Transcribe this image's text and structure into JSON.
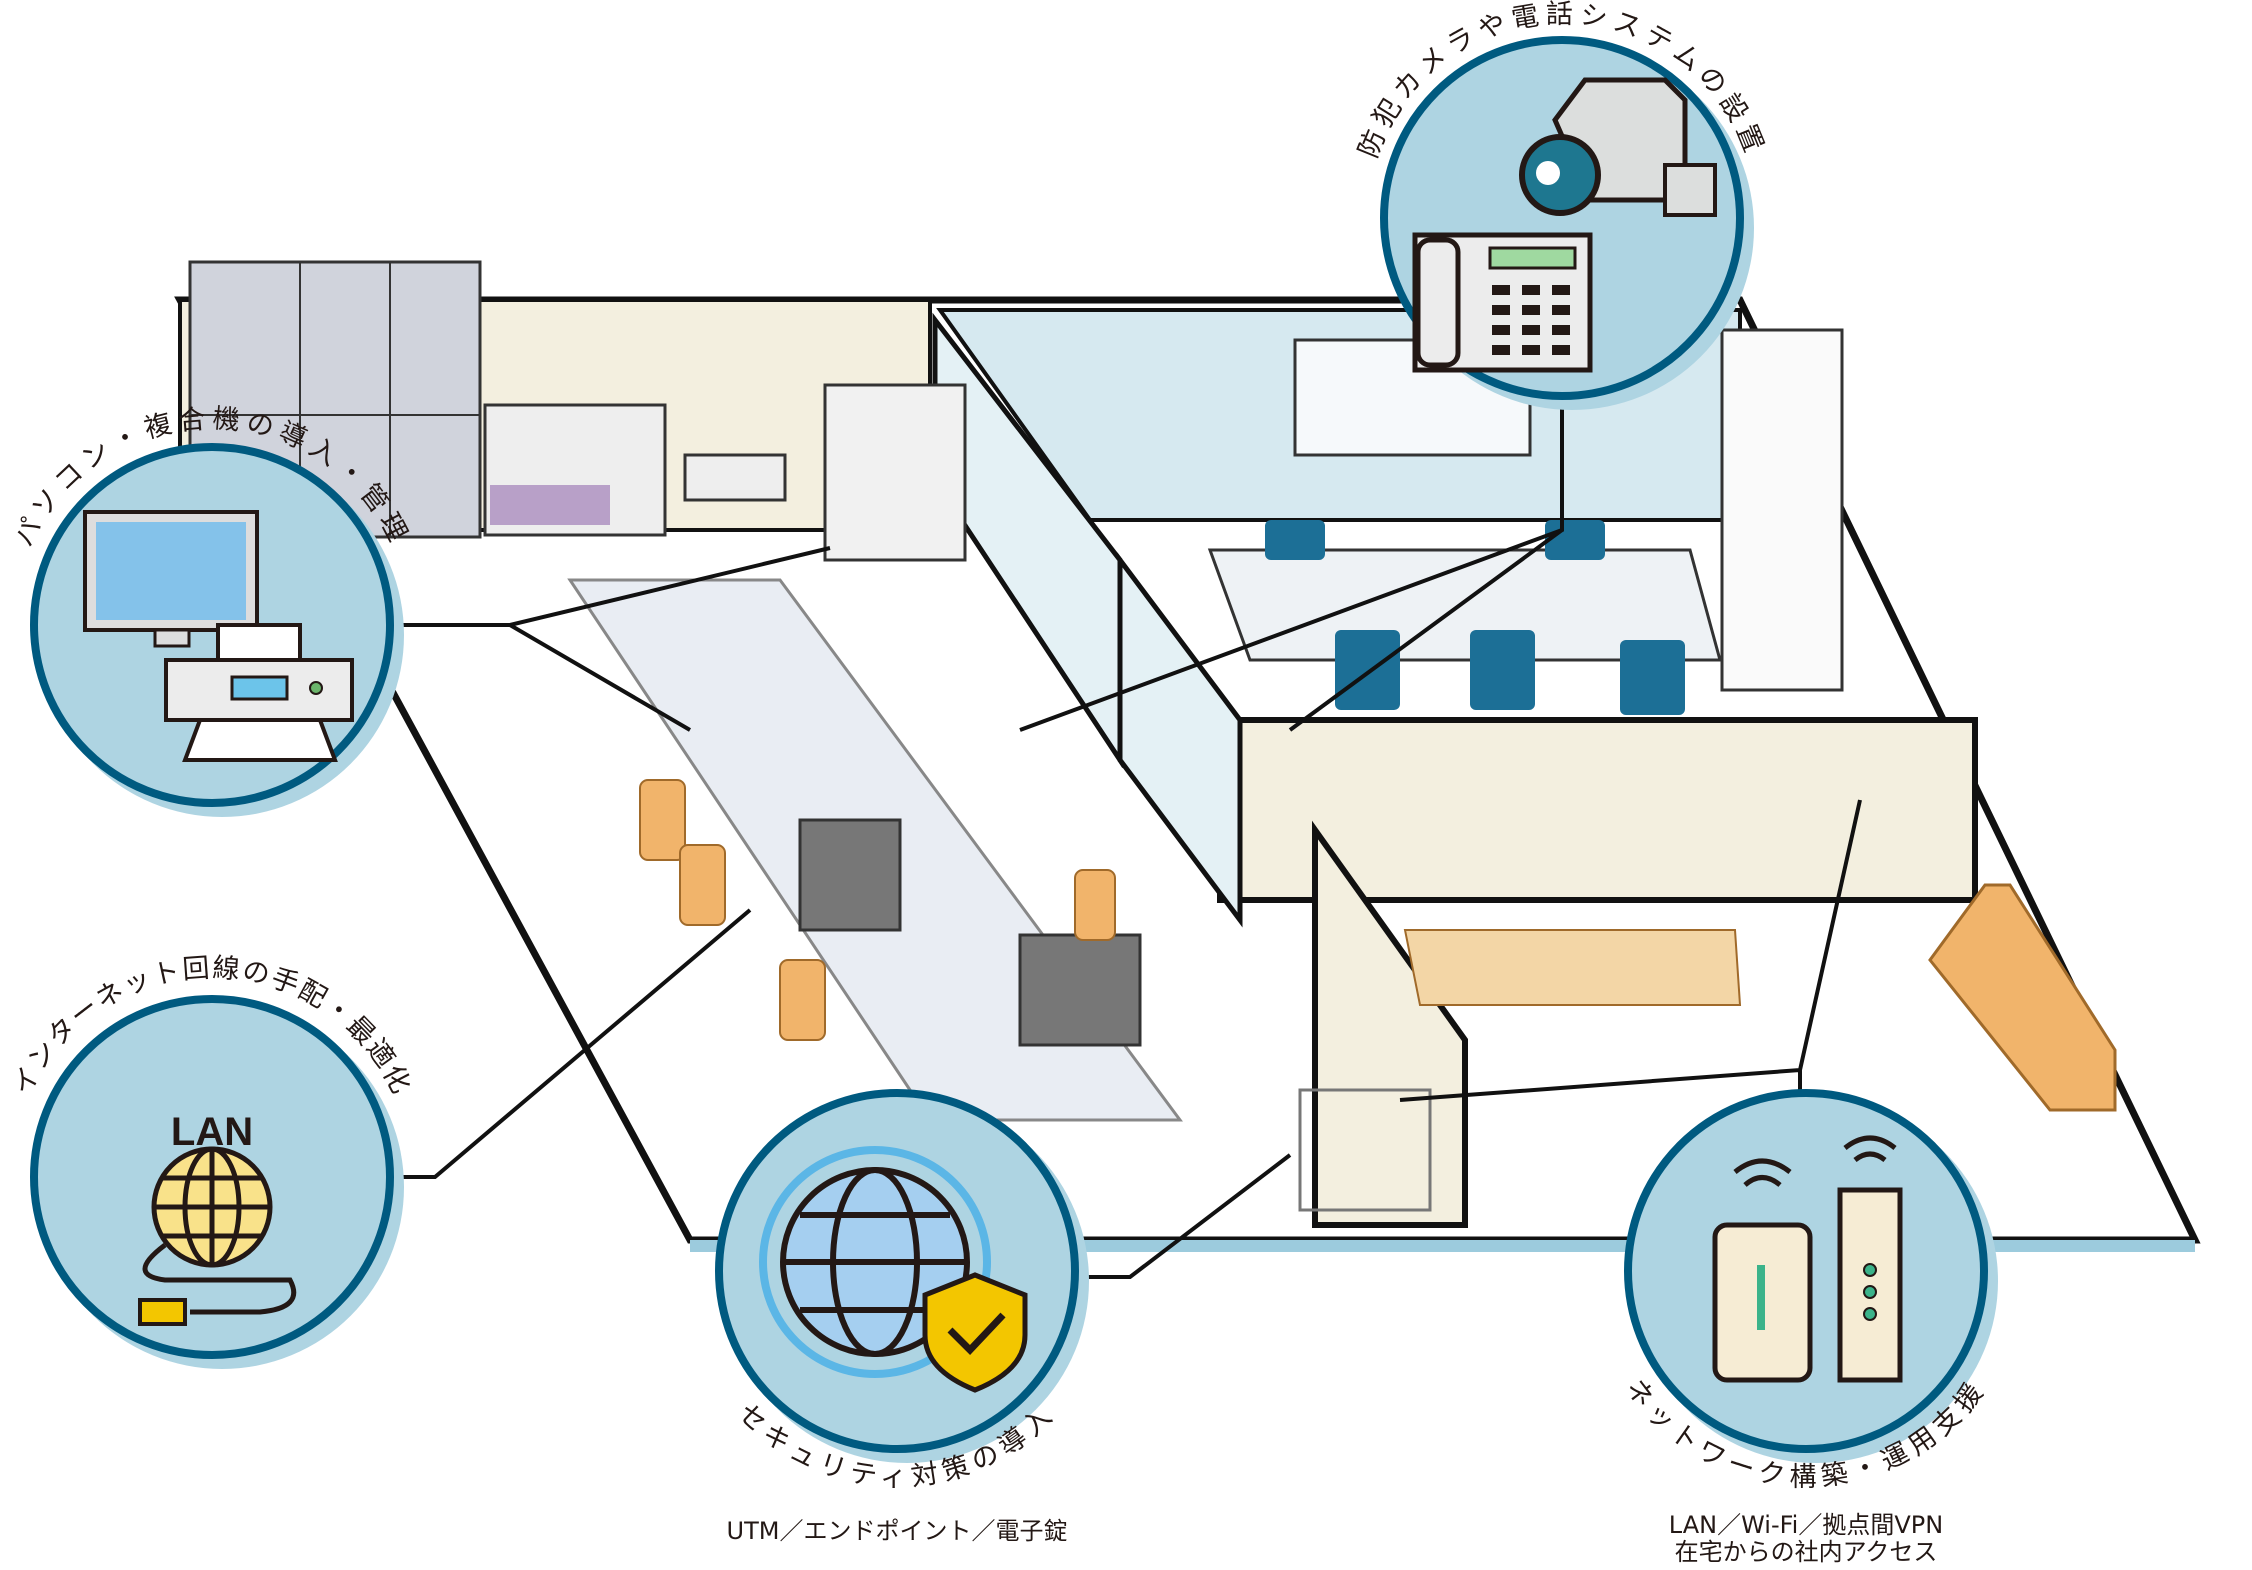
{
  "colors": {
    "circle_fill": "#aed4e2",
    "circle_ring": "#005a80",
    "floor": "#ffffff",
    "wall": "#f3efdf",
    "glass": "#d6e9f0",
    "chair_orange": "#f1b46b",
    "chair_blue": "#1c6f96"
  },
  "services": [
    {
      "id": "pc",
      "title": "パソコン・複合機の導入・管理",
      "icons": [
        "monitor-icon",
        "printer-icon"
      ]
    },
    {
      "id": "internet",
      "title": "インターネット回線の手配・最適化",
      "badge": "LAN",
      "icons": [
        "globe-icon",
        "cable-icon"
      ]
    },
    {
      "id": "security",
      "title": "セキュリティ対策の導入",
      "subtitle": "UTM／エンドポイント／電子錠",
      "icons": [
        "globe-icon",
        "shield-check-icon"
      ]
    },
    {
      "id": "camera",
      "title": "防犯カメラや電話システムの設置",
      "icons": [
        "security-camera-icon",
        "phone-icon"
      ]
    },
    {
      "id": "network",
      "title": "ネットワーク構築・運用支援",
      "subtitle_lines": [
        "LAN／Wi-Fi／拠点間VPN",
        "在宅からの社内アクセス"
      ],
      "icons": [
        "wifi-router-icon",
        "wifi-router-icon"
      ]
    }
  ]
}
